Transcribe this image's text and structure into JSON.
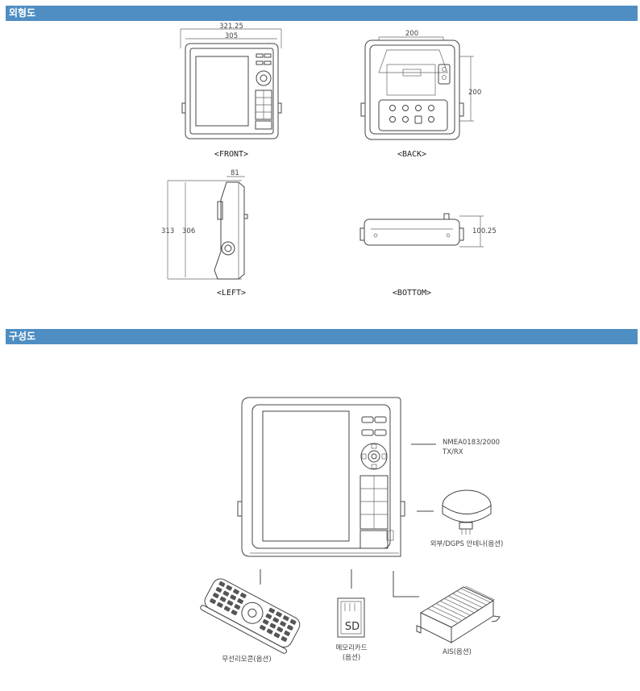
{
  "sections": {
    "outline_title": "외형도",
    "config_title": "구성도"
  },
  "views": {
    "front": "<FRONT>",
    "back": "<BACK>",
    "left": "<LEFT>",
    "bottom": "<BOTTOM>"
  },
  "dimensions": {
    "front_width_outer": "321.25",
    "front_width_inner": "305",
    "back_mount_width": "200",
    "back_mount_height": "200",
    "left_depth": "81",
    "left_height_outer": "313",
    "left_height_inner": "306",
    "bottom_height": "100.25"
  },
  "components": {
    "nmea_line1": "NMEA0183/2000",
    "nmea_line2": "TX/RX",
    "antenna": "외부/DGPS 안테나(옵션)",
    "remote": "무선리모콘(옵션)",
    "memory_line1": "메모리카드",
    "memory_line2": "(옵션)",
    "sd_label": "SD",
    "ais": "AIS(옵션)"
  }
}
